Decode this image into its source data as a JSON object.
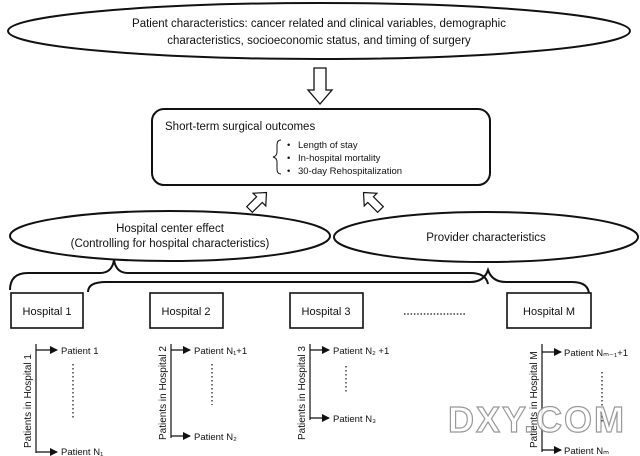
{
  "top_oval": {
    "line1": "Patient characteristics: cancer related and clinical variables, demographic",
    "line2": "characteristics, socioeconomic status, and timing of surgery"
  },
  "outcomes": {
    "title": "Short-term surgical outcomes",
    "items": [
      "Length of stay",
      "In-hospital mortality",
      "30-day Rehospitalization"
    ],
    "bullet": "•"
  },
  "hospital_effect": {
    "line1": "Hospital center effect",
    "line2": "(Controlling for hospital characteristics)"
  },
  "provider": {
    "label": "Provider  characteristics"
  },
  "hospitals": [
    {
      "label": "Hospital 1",
      "side": "Patients in Hospital 1",
      "first": "Patient  1",
      "last": "Patient  N₁"
    },
    {
      "label": "Hospital 2",
      "side": "Patients in Hospital 2",
      "first": "Patient  N₁+1",
      "last": "Patient  N₂"
    },
    {
      "label": "Hospital 3",
      "side": "Patients in Hospital 3",
      "first": "Patient  N₂ +1",
      "last": "Patient  N₃"
    },
    {
      "label": "Hospital M",
      "side": "Patients in Hospital M",
      "first": "Patient  Nₘ₋₁+1",
      "last": "Patient  Nₘ"
    }
  ],
  "watermark": "DXY.COM"
}
